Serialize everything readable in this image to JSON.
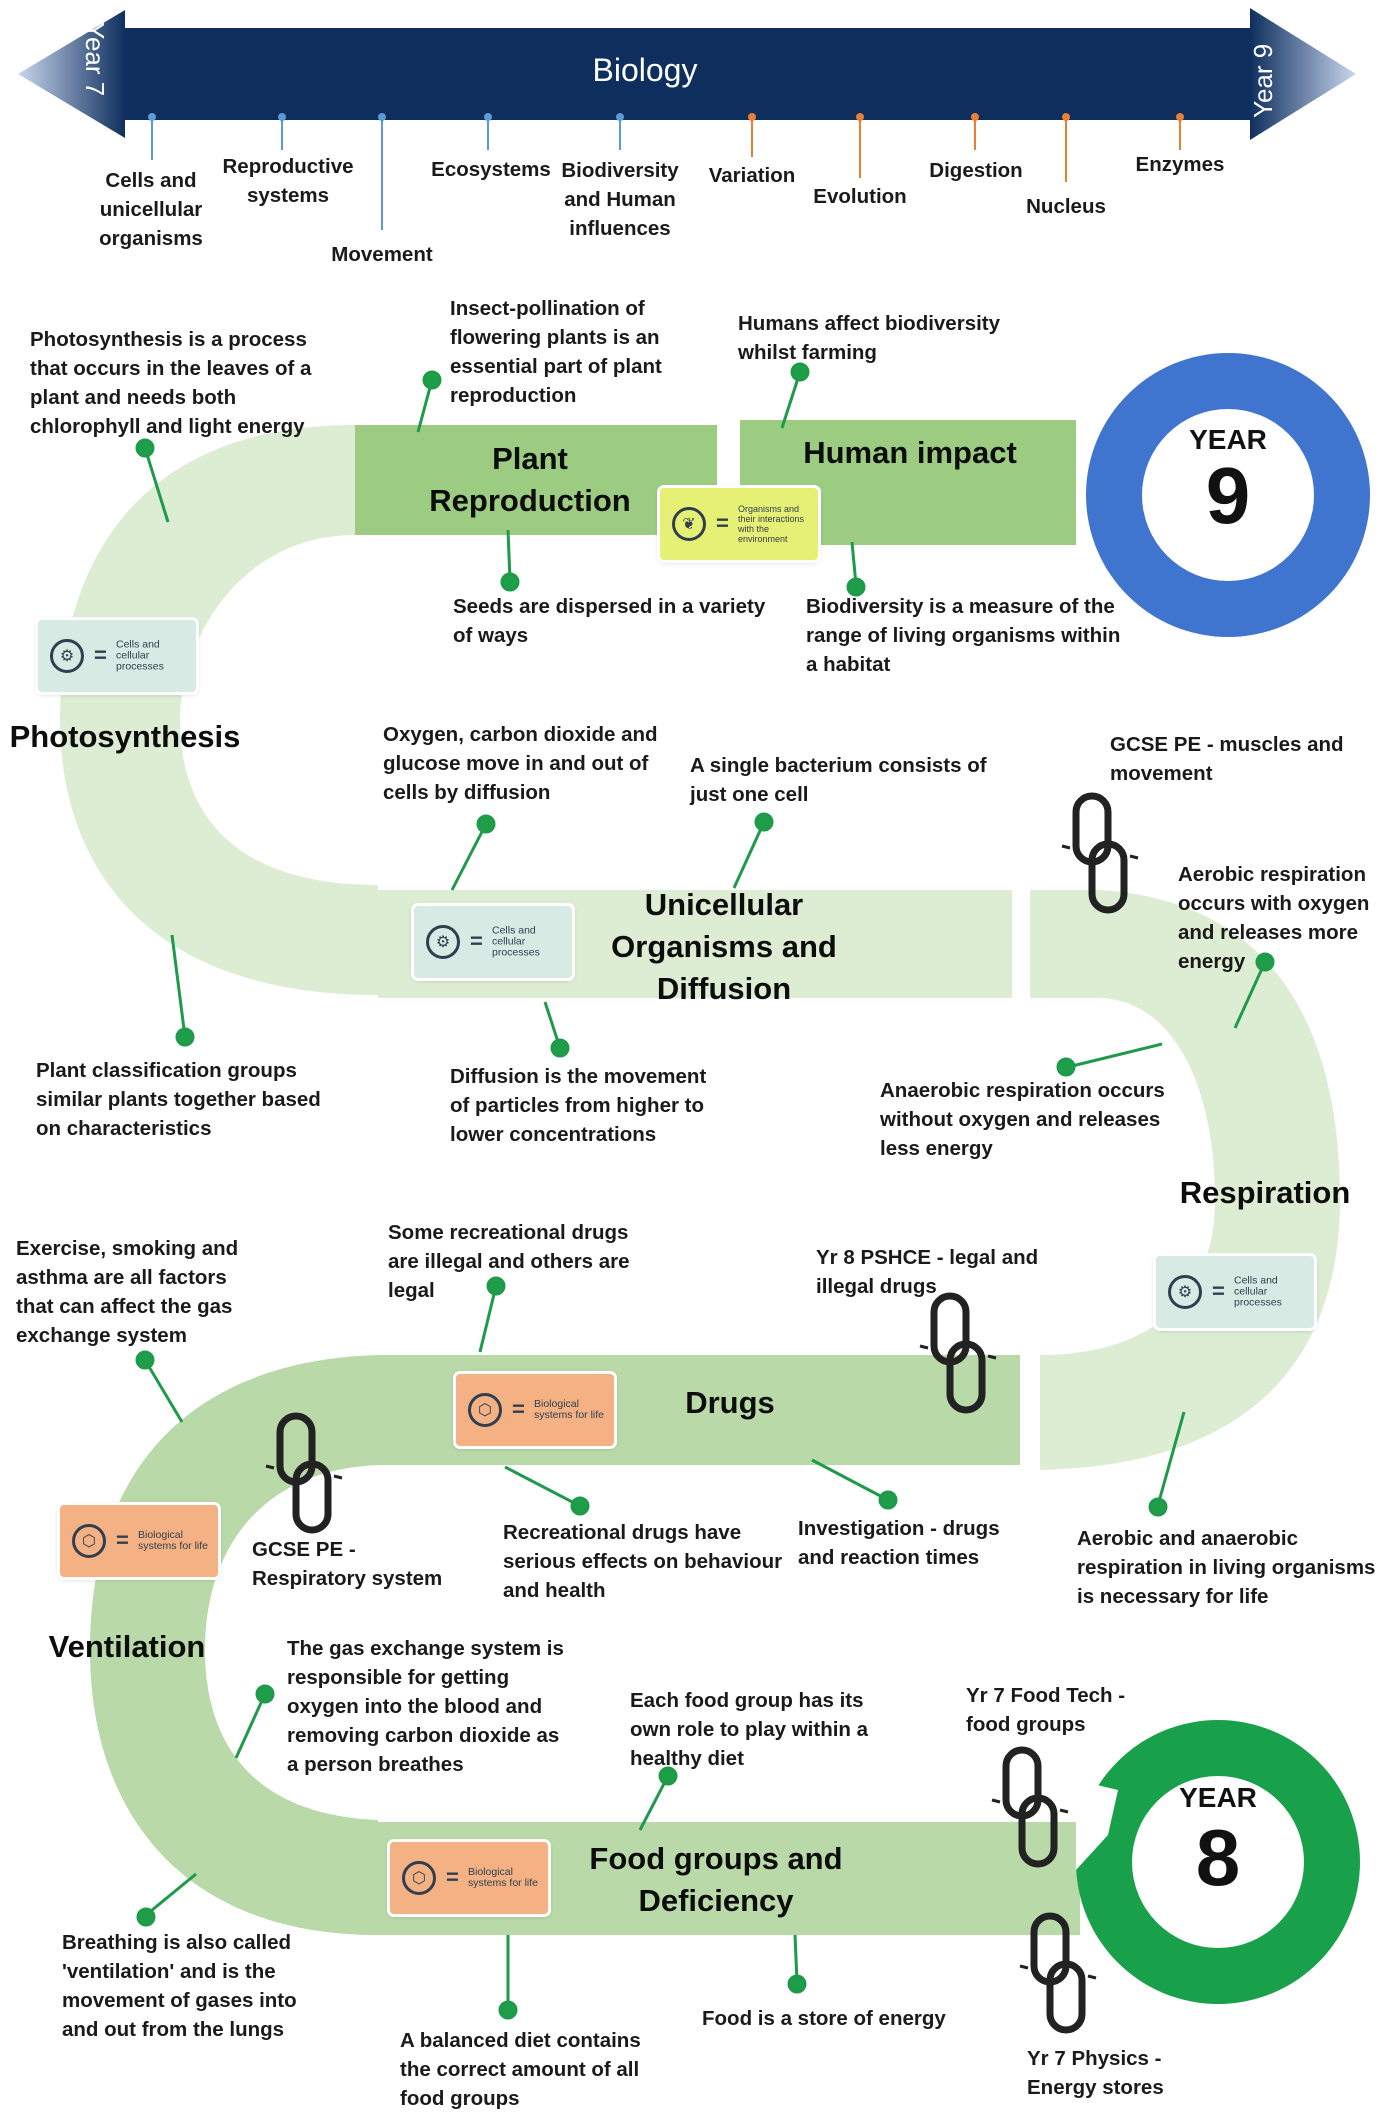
{
  "timeline": {
    "title": "Biology",
    "start_label": "Year 7",
    "end_label": "Year 9",
    "topics": [
      "Cells and unicellular organisms",
      "Reproductive systems",
      "Movement",
      "Ecosystems",
      "Biodiversity and Human influences",
      "Variation",
      "Evolution",
      "Digestion",
      "Nucleus",
      "Enzymes"
    ],
    "colors": {
      "bar": "#0e2f5e",
      "year7_topic_marker": "#5b9bd5",
      "year9_topic_marker": "#ed7d31"
    }
  },
  "year_badges": {
    "year9": {
      "word": "YEAR",
      "number": "9",
      "ring_color": "#3f74cf"
    },
    "year8": {
      "word": "YEAR",
      "number": "8",
      "ring_color": "#18a04a"
    }
  },
  "topics": {
    "plant_reproduction": "Plant Reproduction",
    "human_impact": "Human impact",
    "photosynthesis": "Photosynthesis",
    "unicellular": "Unicellular Organisms and Diffusion",
    "respiration": "Respiration",
    "drugs": "Drugs",
    "ventilation": "Ventilation",
    "food_groups": "Food groups and Deficiency"
  },
  "badges": {
    "cells": {
      "text": "Cells and cellular processes",
      "icon": "cell-gear-icon",
      "color": "#d7eae4"
    },
    "biological": {
      "text": "Biological systems for life",
      "icon": "hexagon-systems-icon",
      "color": "#f4b183"
    },
    "organisms": {
      "text": "Organisms and their interactions with the environment",
      "icon": "leaf-icon",
      "color": "#e6f075"
    }
  },
  "notes": {
    "photosynthesis_process": "Photosynthesis is a process that occurs in the leaves of a plant and needs both chlorophyll and light energy",
    "insect_pollination": "Insect-pollination of flowering plants is an essential part of plant reproduction",
    "humans_biodiversity": "Humans affect biodiversity whilst farming",
    "seeds_dispersed": "Seeds are dispersed in a variety of ways",
    "biodiversity_measure": "Biodiversity is a measure of the range of living organisms within a habitat",
    "oxygen_diffusion": "Oxygen, carbon dioxide and glucose move in and out of cells by diffusion",
    "single_bacterium": "A single bacterium consists of just one cell",
    "gcse_pe_muscles": "GCSE PE - muscles and movement",
    "aerobic_respiration": "Aerobic respiration occurs with oxygen and releases more energy",
    "plant_classification": "Plant classification groups similar plants together based on characteristics",
    "diffusion_movement": "Diffusion is the movement of particles from higher to lower concentrations",
    "anaerobic_respiration": "Anaerobic respiration occurs without oxygen and releases less energy",
    "exercise_smoking": "Exercise, smoking and asthma are all factors that can affect the gas exchange system",
    "recreational_illegal": "Some recreational drugs are illegal and others are legal",
    "yr8_pshce": "Yr 8 PSHCE - legal and illegal drugs",
    "gcse_pe_respiratory": "GCSE PE - Respiratory system",
    "recreational_effects": "Recreational drugs have serious effects on behaviour and health",
    "investigation_drugs": "Investigation - drugs and reaction times",
    "aerobic_anaerobic_life": "Aerobic and anaerobic respiration in living organisms is necessary for life",
    "gas_exchange": "The gas exchange system is responsible for getting oxygen into the blood and removing carbon dioxide as a person breathes",
    "food_group_role": "Each food group has its own role to play within a healthy diet",
    "yr7_food_tech": "Yr 7 Food Tech - food groups",
    "breathing_ventilation": "Breathing is also called 'ventilation' and is the movement of gases into and out from the lungs",
    "balanced_diet": "A balanced diet contains the correct amount of all food groups",
    "food_energy": "Food is a store of energy",
    "yr7_physics": "Yr 7 Physics - Energy stores"
  },
  "colors": {
    "band_light": "#dcedd3",
    "band_mid": "#b9d9a9",
    "band_dark": "#9ccb82",
    "connector_line": "#1f9a4a",
    "connector_dot": "#1e9e48"
  }
}
